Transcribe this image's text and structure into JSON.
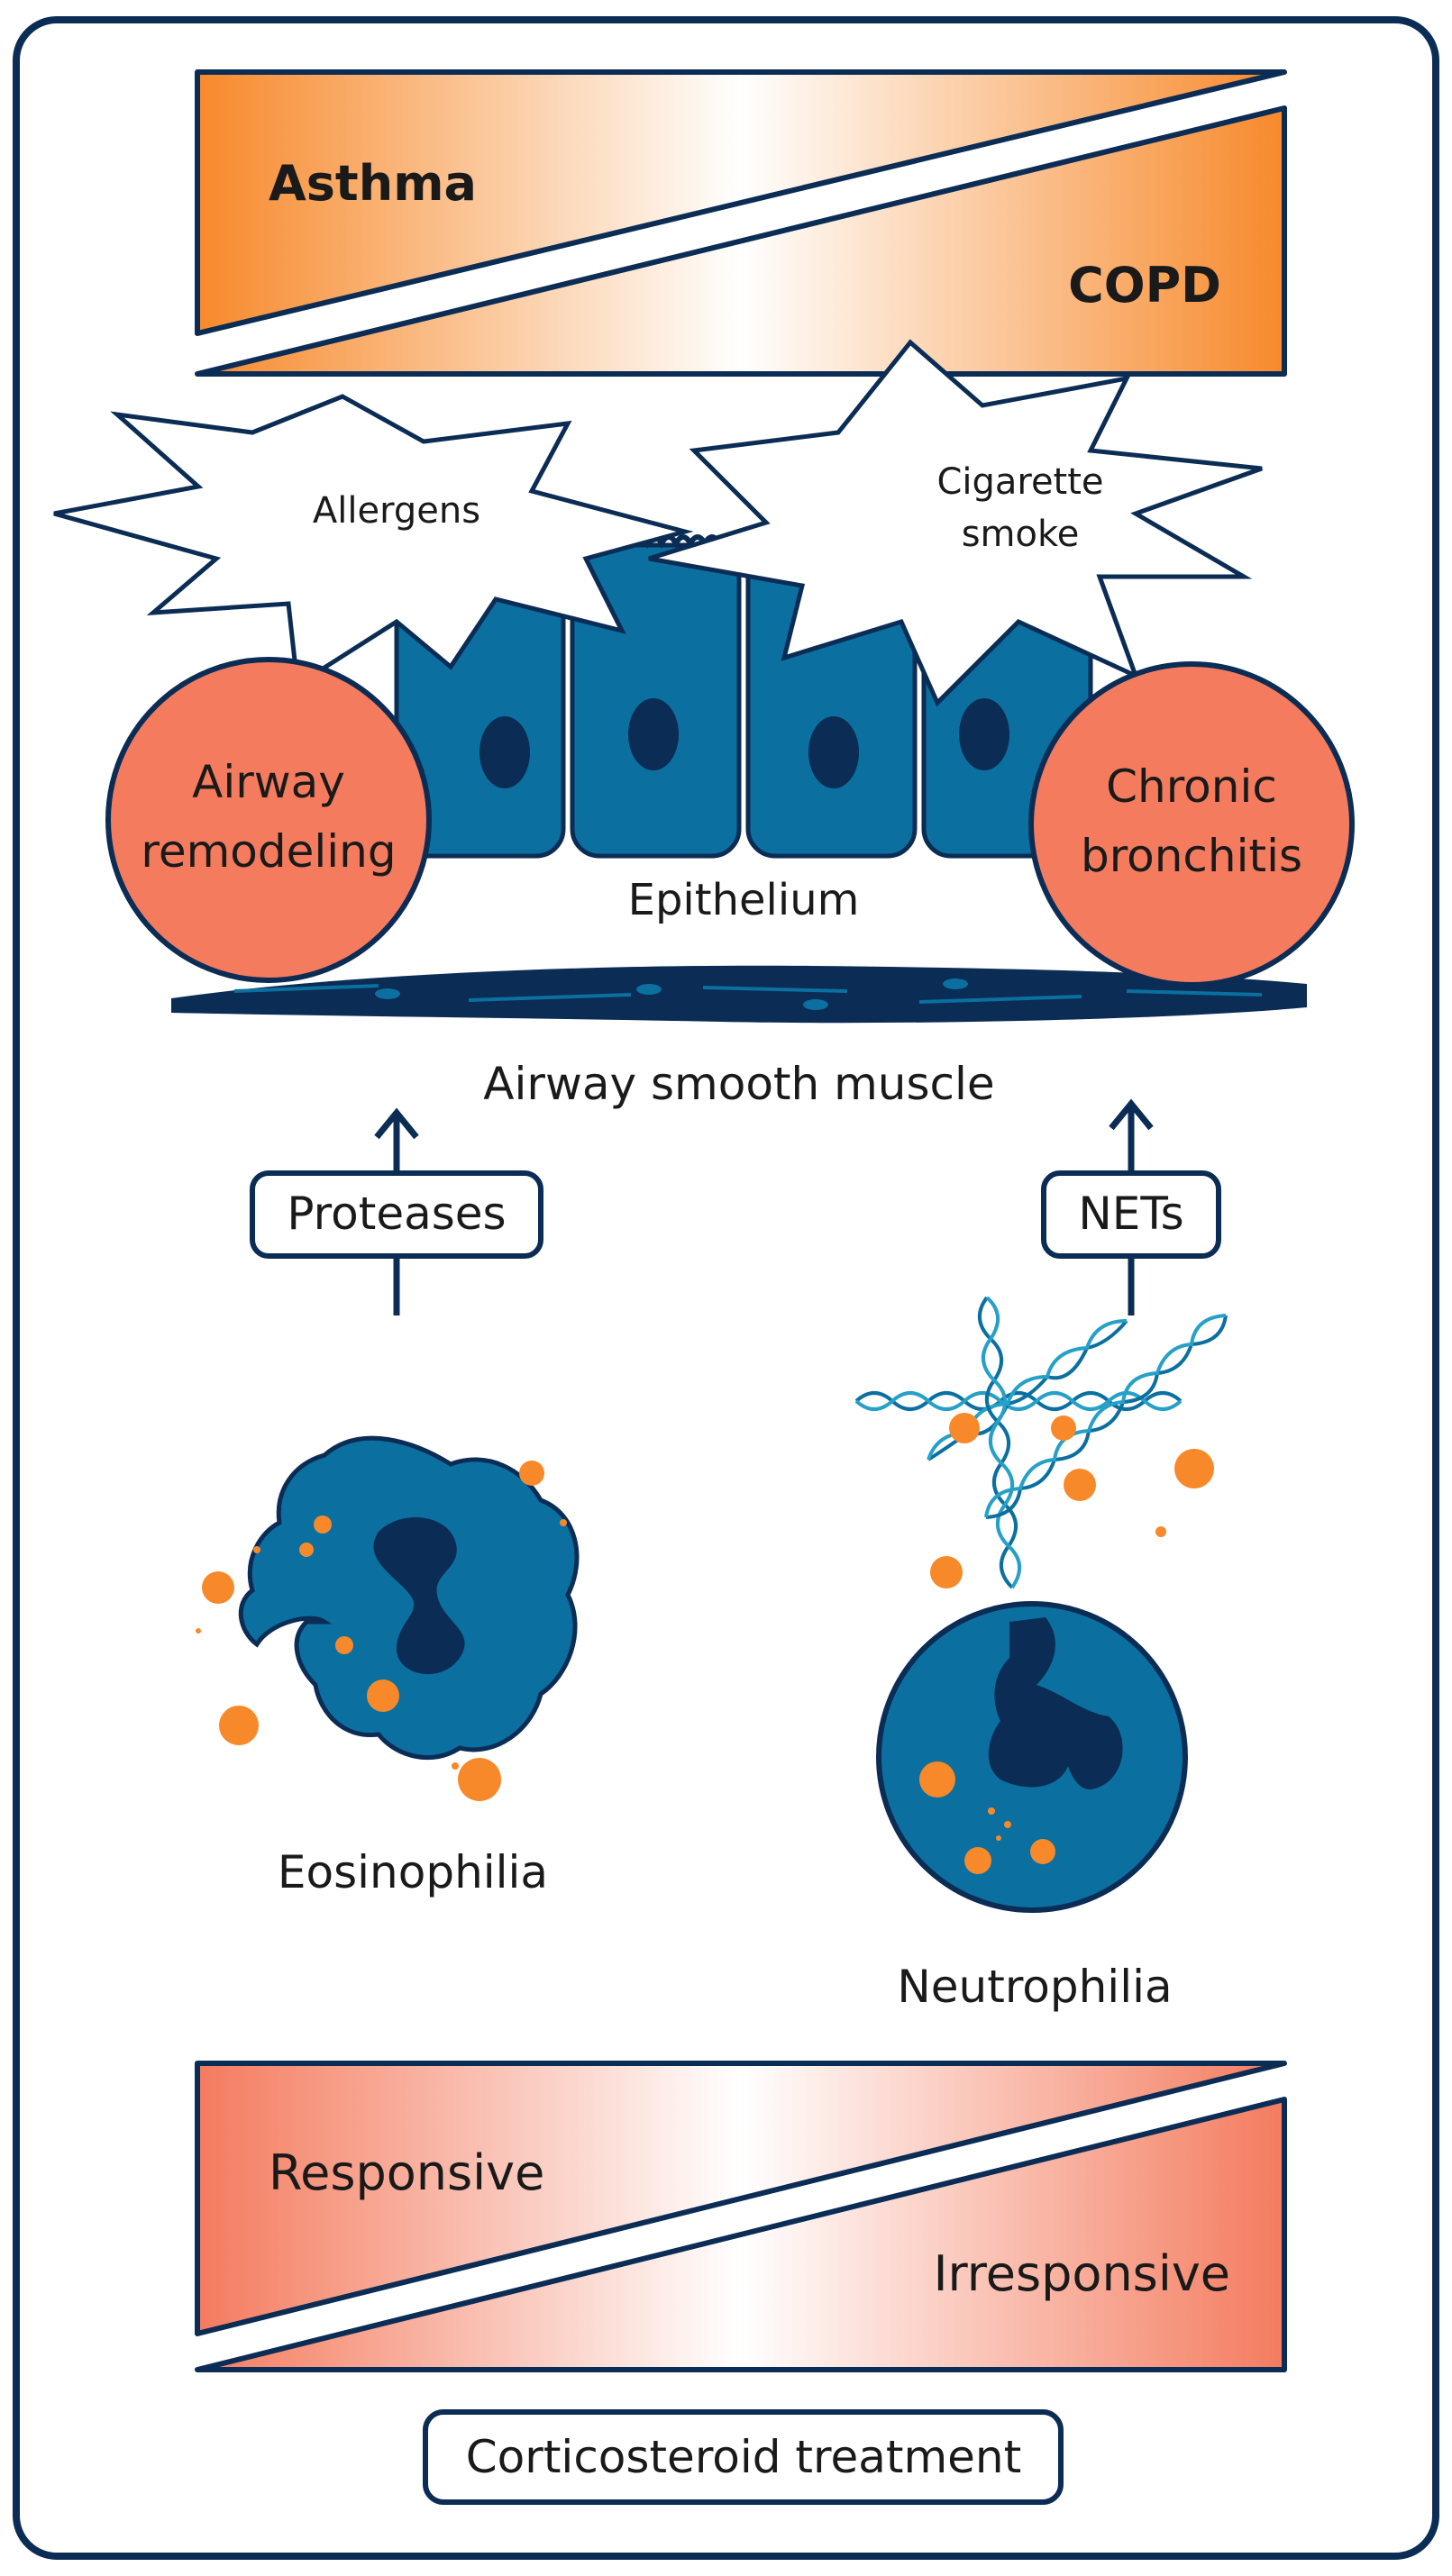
{
  "top_gradient": {
    "left_label": "Asthma",
    "right_label": "COPD",
    "color": "#F7892B"
  },
  "triggers": {
    "left": "Allergens",
    "right_line1": "Cigarette",
    "right_line2": "smoke"
  },
  "outcomes": {
    "left_line1": "Airway",
    "left_line2": "remodeling",
    "right_line1": "Chronic",
    "right_line2": "bronchitis",
    "color": "#F47B5E"
  },
  "tissue": {
    "epithelium": "Epithelium",
    "muscle": "Airway smooth muscle"
  },
  "mediators": {
    "left": "Proteases",
    "right": "NETs"
  },
  "cells": {
    "left": "Eosinophilia",
    "right": "Neutrophilia",
    "cell_color": "#0B6FA0",
    "nucleus_color": "#0B2C54",
    "granule_color": "#F7892B"
  },
  "bottom_gradient": {
    "left_label": "Responsive",
    "right_label": "Irresponsive",
    "color": "#F47B5E"
  },
  "treatment": "Corticosteroid treatment",
  "outline_color": "#0B2C54"
}
